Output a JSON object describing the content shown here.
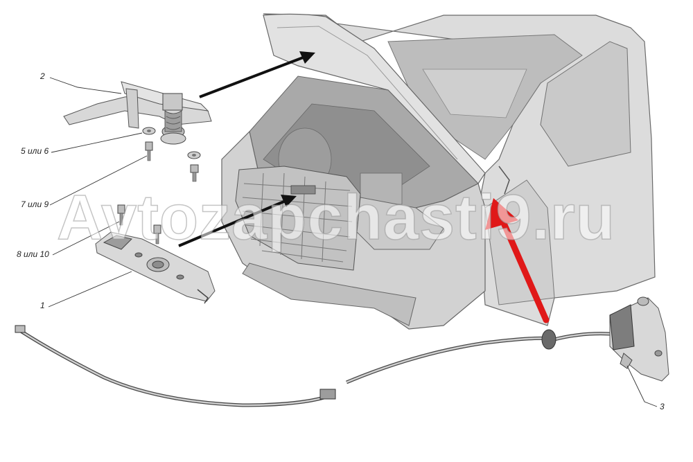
{
  "diagram": {
    "callouts": {
      "c1": "1",
      "c2": "2",
      "c3": "3",
      "c5or6": "5 или 6",
      "c7or9": "7 или 9",
      "c8or10": "8 или 10"
    },
    "watermark": "Avtozapchasti9.ru",
    "colors": {
      "body_fill": "#d6d6d6",
      "body_dark": "#9a9a9a",
      "body_light": "#e9e9e9",
      "line": "#4a4a4a",
      "pointer_arrow": "#111111",
      "highlight_arrow": "#e01818"
    }
  }
}
